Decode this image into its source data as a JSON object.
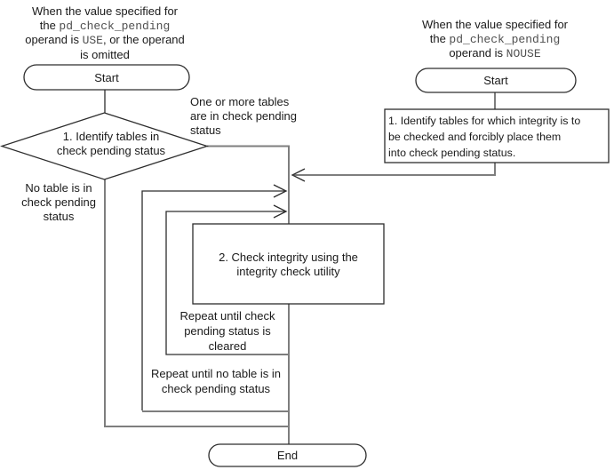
{
  "diagram": {
    "left_branch": {
      "header": {
        "l1": "When the value specified for",
        "l2a": "the ",
        "l2b": "pd_check_pending",
        "l3a": "operand is ",
        "l3b": "USE",
        "l3c": ", or the operand",
        "l4": "is omitted"
      },
      "start": "Start",
      "decision": "1. Identify tables in\ncheck pending status",
      "edge_yes": "One or more tables\nare in check pending\nstatus",
      "edge_no": "No table is in\ncheck pending\nstatus"
    },
    "right_branch": {
      "header": {
        "l1": "When the value specified for",
        "l2a": "the ",
        "l2b": "pd_check_pending",
        "l3a": "operand is ",
        "l3b": "NOUSE"
      },
      "start": "Start",
      "step1": "1. Identify tables for which integrity is to\nbe checked and forcibly place them\ninto check pending status."
    },
    "main": {
      "step2": "2. Check integrity using the\nintegrity check utility",
      "loop_inner": "Repeat until check\npending status is\ncleared",
      "loop_outer": "Repeat until no table is in\ncheck pending status",
      "end": "End"
    },
    "colors": {
      "background": "#ffffff",
      "shape_border": "#2d2d2d",
      "connector_gray": "#7e7e7e",
      "text": "#1a1a1a",
      "mono_text": "#4f4f4f"
    }
  }
}
